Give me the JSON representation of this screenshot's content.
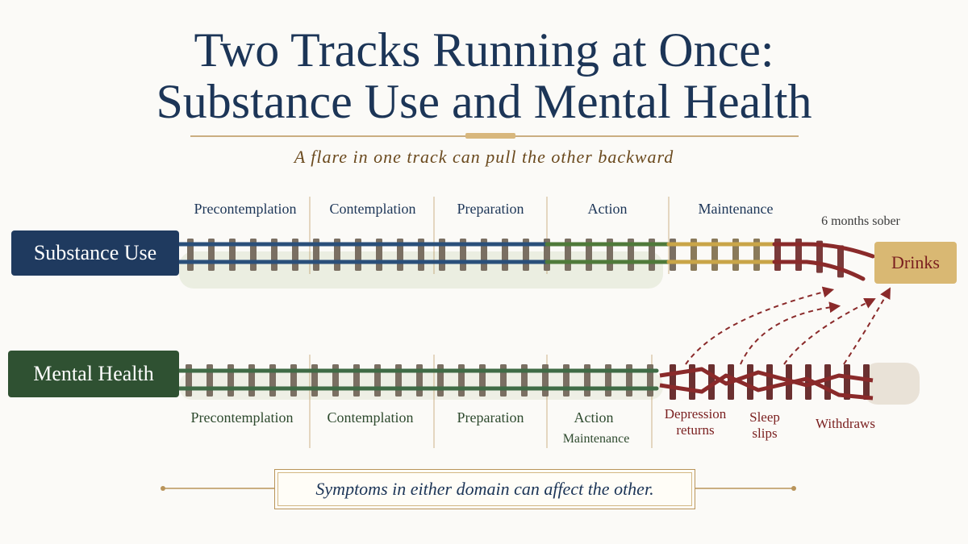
{
  "title_line1": "Two Tracks Running at Once:",
  "title_line2": "Substance Use and Mental Health",
  "subtitle": "A flare in one track can pull the other backward",
  "substance_use": {
    "label": "Substance Use",
    "stages": [
      "Precontemplation",
      "Contemplation",
      "Preparation",
      "Action",
      "Maintenance"
    ],
    "milestone": "6 months sober",
    "outcome": "Drinks",
    "colors": [
      "#2a4f7a",
      "#2a4f7a",
      "#2a4f7a",
      "#4f7a3a",
      "#c9a548",
      "#8a2a2a"
    ]
  },
  "mental_health": {
    "label": "Mental Health",
    "stages": [
      "Precontemplation",
      "Contemplation",
      "Preparation",
      "Action"
    ],
    "stage_action_sub": "Maintenance",
    "symptoms": [
      {
        "line1": "Depression",
        "line2": "returns"
      },
      {
        "line1": "Sleep",
        "line2": "slips"
      },
      {
        "line1": "Withdraws",
        "line2": ""
      }
    ],
    "colors": [
      "#3f6b45",
      "#8a2a2a"
    ]
  },
  "footer": "Symptoms in either domain can affect the other.",
  "accent_gold": "#b9945a",
  "accent_red": "#8a2a2a"
}
